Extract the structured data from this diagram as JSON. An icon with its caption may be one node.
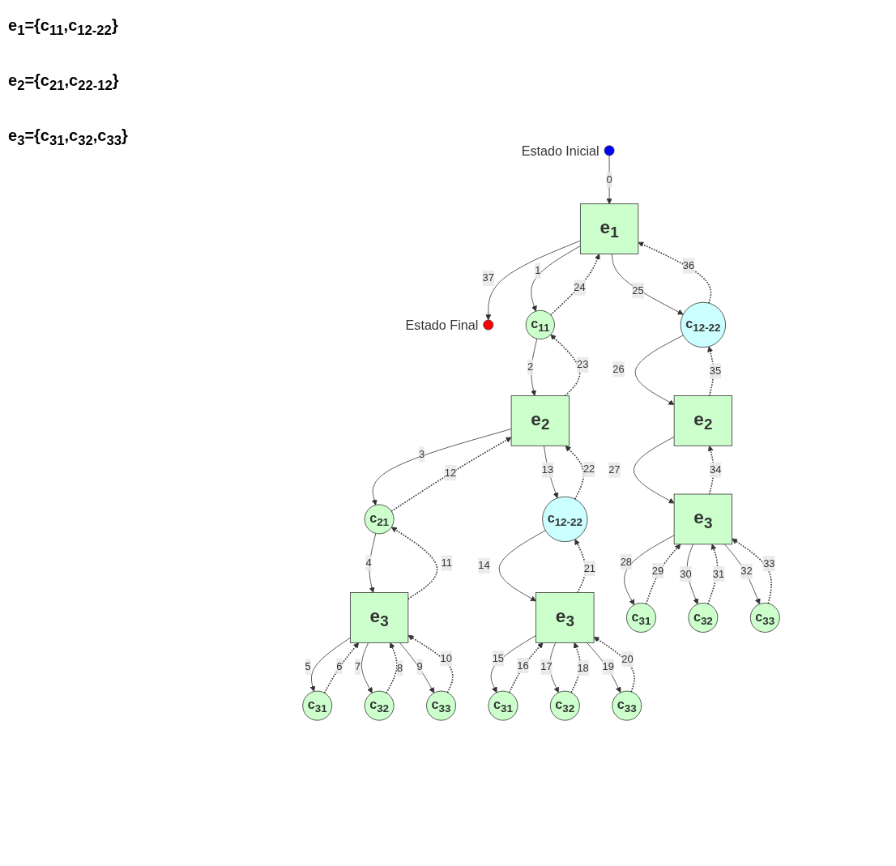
{
  "diagram": {
    "nodes": [
      {
        "text": [],
        "shape": "circle",
        "beside": [
          "Estado Inicial"
        ]
      },
      {
        "text": [],
        "shape": "circle",
        "beside": [
          "Estado Final"
        ]
      },
      {
        "text": [
          "e$_{1}$"
        ]
      },
      {
        "text": [
          "c$_{11}$"
        ]
      },
      {
        "text": [
          "c$_{12-22}$"
        ]
      },
      {
        "text": [
          "e$_{2}$"
        ]
      },
      {
        "text": [
          "e$_{2}$"
        ]
      },
      {
        "text": [
          "c$_{21}$"
        ]
      },
      {
        "text": [
          "c$_{12-22}$"
        ]
      },
      {
        "text": [
          "e$_{3}$"
        ]
      },
      {
        "text": [
          "e$_{3}$"
        ]
      },
      {
        "text": [
          "e$_{3}$"
        ]
      },
      {
        "text": [
          "c$_{31}$"
        ]
      },
      {
        "text": [
          "c$_{32}$"
        ]
      },
      {
        "text": [
          "c$_{33}$"
        ]
      },
      {
        "text": [
          "c$_{31}$"
        ]
      },
      {
        "text": [
          "c$_{32}$"
        ]
      },
      {
        "text": [
          "c$_{33}$"
        ]
      },
      {
        "text": [
          "c$_{31}$"
        ]
      },
      {
        "text": [
          "c$_{32}$"
        ]
      },
      {
        "text": [
          "c$_{33}$"
        ]
      }
    ],
    "edges": [
      {
        "from": 0,
        "to": 2,
        "arrow": "to",
        "label": "0"
      },
      {
        "from": 2,
        "to": 3,
        "arrow": "to",
        "label": "1"
      },
      {
        "from": 3,
        "to": 5,
        "arrow": "to",
        "label": "2"
      },
      {
        "from": 5,
        "to": 7,
        "arrow": "to",
        "label": "3"
      },
      {
        "from": 7,
        "to": 9,
        "arrow": "to",
        "label": "4"
      },
      {
        "from": 9,
        "to": 12,
        "arrow": "to",
        "label": "5"
      },
      {
        "from": 12,
        "to": 9,
        "arrow": "to",
        "label": "6",
        "style": "dashed"
      },
      {
        "from": 9,
        "to": 13,
        "arrow": "to",
        "label": "7"
      },
      {
        "from": 13,
        "to": 9,
        "arrow": "to",
        "label": "8",
        "style": "dashed"
      },
      {
        "from": 9,
        "to": 14,
        "arrow": "to",
        "label": "9"
      },
      {
        "from": 14,
        "to": 9,
        "arrow": "to",
        "label": "10",
        "style": "dashed"
      },
      {
        "from": 9,
        "to": 7,
        "arrow": "to",
        "label": "11",
        "style": "dashed"
      },
      {
        "from": 7,
        "to": 5,
        "arrow": "to",
        "label": "12",
        "style": "dashed"
      },
      {
        "from": 5,
        "to": 8,
        "arrow": "to",
        "label": "13"
      },
      {
        "from": 8,
        "to": 10,
        "arrow": "to",
        "label": "14"
      },
      {
        "from": 10,
        "to": 15,
        "arrow": "to",
        "label": "15"
      },
      {
        "from": 15,
        "to": 10,
        "arrow": "to",
        "label": "16",
        "style": "dashed"
      },
      {
        "from": 10,
        "to": 16,
        "arrow": "to",
        "label": "17"
      },
      {
        "from": 16,
        "to": 10,
        "arrow": "to",
        "label": "18",
        "style": "dashed"
      },
      {
        "from": 10,
        "to": 17,
        "arrow": "to",
        "label": "19"
      },
      {
        "from": 17,
        "to": 10,
        "arrow": "to",
        "label": "20",
        "style": "dashed"
      },
      {
        "from": 10,
        "to": 8,
        "arrow": "to",
        "label": "21",
        "style": "dashed"
      },
      {
        "from": 8,
        "to": 5,
        "arrow": "to",
        "label": "22",
        "style": "dashed"
      },
      {
        "from": 5,
        "to": 3,
        "arrow": "to",
        "label": "23",
        "style": "dashed"
      },
      {
        "from": 3,
        "to": 2,
        "arrow": "to",
        "label": "24",
        "style": "dashed"
      },
      {
        "from": 2,
        "to": 4,
        "arrow": "to",
        "label": "25"
      },
      {
        "from": 4,
        "to": 6,
        "arrow": "to",
        "label": "26"
      },
      {
        "from": 6,
        "to": 11,
        "arrow": "to",
        "label": "27"
      },
      {
        "from": 11,
        "to": 18,
        "arrow": "to",
        "label": "28"
      },
      {
        "from": 18,
        "to": 11,
        "arrow": "to",
        "label": "29",
        "style": "dashed"
      },
      {
        "from": 11,
        "to": 19,
        "arrow": "to",
        "label": "30"
      },
      {
        "from": 19,
        "to": 11,
        "arrow": "to",
        "label": "31",
        "style": "dashed"
      },
      {
        "from": 11,
        "to": 20,
        "arrow": "to",
        "label": "32"
      },
      {
        "from": 20,
        "to": 11,
        "arrow": "to",
        "label": "33",
        "style": "dashed"
      },
      {
        "from": 11,
        "to": 6,
        "arrow": "to",
        "label": "34",
        "style": "dashed"
      },
      {
        "from": 6,
        "to": 4,
        "arrow": "to",
        "label": "35",
        "style": "dashed"
      },
      {
        "from": 4,
        "to": 2,
        "arrow": "to",
        "label": "36",
        "style": "dashed"
      },
      {
        "from": 2,
        "to": 1,
        "arrow": "to",
        "label": "37"
      }
    ],
    "labels": [
      "e$_{1}$={c$_{11}$,c$_{12-22}$}",
      "e$_{2}$={c$_{21}$,c$_{22-12}$}",
      "e$_{3}$={c$_{31}$,c$_{32}$,c$_{33}$}"
    ]
  }
}
